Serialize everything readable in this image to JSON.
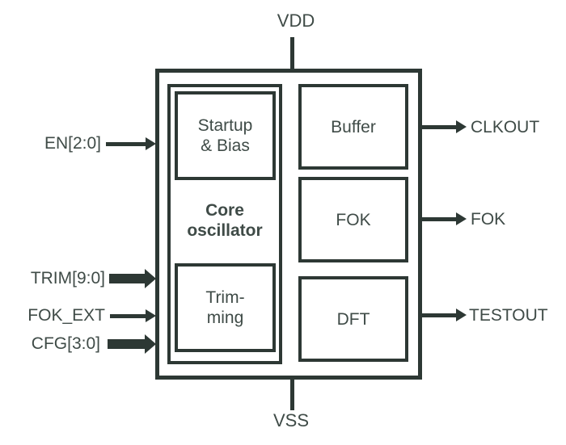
{
  "diagram": {
    "title": "oscillator-block-diagram",
    "colors": {
      "stroke": "#2d3834",
      "text": "#3f4b47",
      "background": "#ffffff"
    },
    "rails": {
      "top": "VDD",
      "bottom": "VSS"
    },
    "blocks": {
      "startup": {
        "line1": "Startup",
        "line2": "& Bias"
      },
      "core": {
        "line1": "Core",
        "line2": "oscillator"
      },
      "trimming": {
        "line1": "Trim-",
        "line2": "ming"
      },
      "buffer": "Buffer",
      "fok": "FOK",
      "dft": "DFT"
    },
    "inputs": [
      {
        "label": "EN[2:0]",
        "bus": false
      },
      {
        "label": "TRIM[9:0]",
        "bus": true
      },
      {
        "label": "FOK_EXT",
        "bus": false
      },
      {
        "label": "CFG[3:0]",
        "bus": true
      }
    ],
    "outputs": [
      {
        "label": "CLKOUT"
      },
      {
        "label": "FOK"
      },
      {
        "label": "TESTOUT"
      }
    ]
  }
}
